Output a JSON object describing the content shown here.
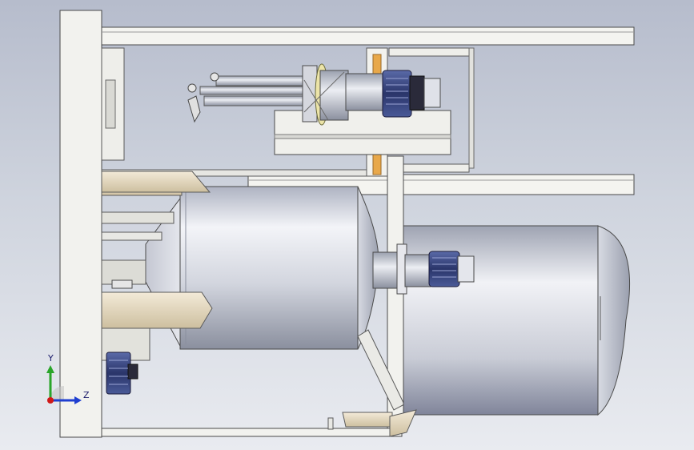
{
  "viewport": {
    "background_top": "#b6bccc",
    "background_bottom": "#e9ebf0"
  },
  "triad": {
    "y_label": "Y",
    "z_label": "Z",
    "y_color": "#2aa52a",
    "z_color": "#1f3fd0",
    "origin_color": "#d01818"
  },
  "colors": {
    "frame": "#f2f2ee",
    "frame_edge": "#4a4a4a",
    "tank_light": "#f0f1f5",
    "tank_dark": "#8e93a2",
    "motor_blue": "#3a4a8a",
    "orange_rod": "#e8a84a",
    "beige_plate": "#e8ddc8"
  },
  "icons": [
    "cad-assembly-render",
    "axis-triad-icon"
  ]
}
